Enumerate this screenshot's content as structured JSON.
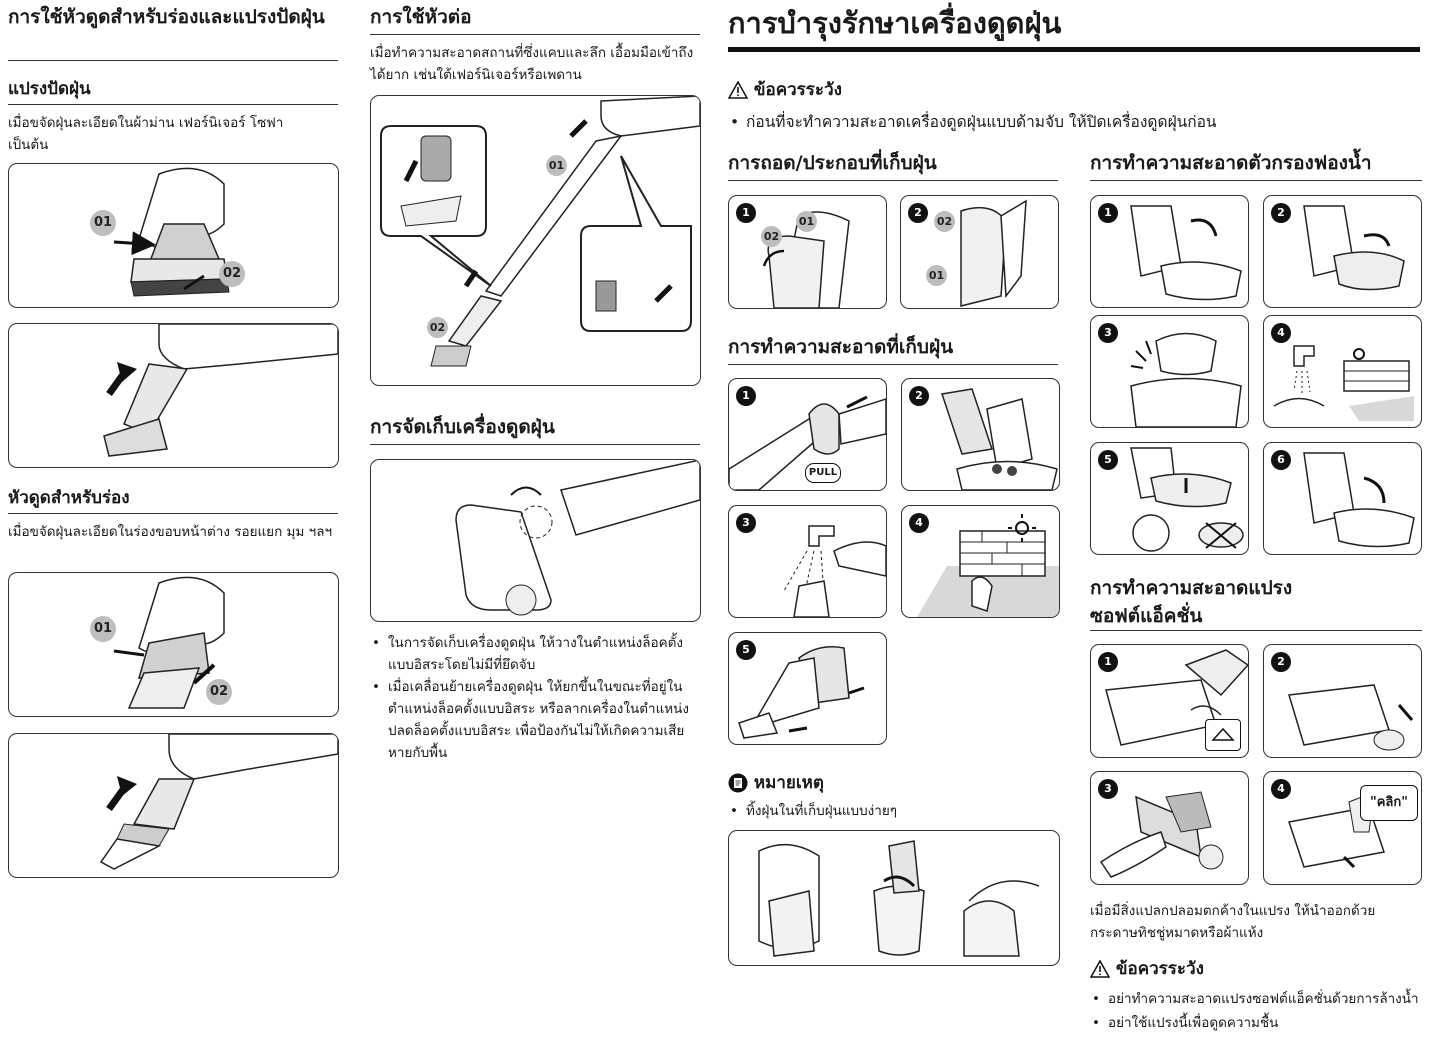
{
  "col1": {
    "title": "การใช้หัวดูดสำหรับร่องและแปรงปัดฝุ่น",
    "brush": {
      "heading": "แปรงปัดฝุ่น",
      "desc": "เมื่อขจัดฝุ่นละเอียดในผ้าม่าน เฟอร์นิเจอร์ โซฟา เป็นต้น",
      "step1": "01",
      "step2": "02"
    },
    "crevice": {
      "heading": "หัวดูดสำหรับร่อง",
      "desc": "เมื่อขจัดฝุ่นละเอียดในร่องขอบหน้าต่าง รอยแยก มุม ฯลฯ",
      "step1": "01",
      "step2": "02"
    }
  },
  "col2": {
    "extension": {
      "title": "การใช้หัวต่อ",
      "desc": "เมื่อทำความสะอาดสถานที่ซึ่งแคบและลึก เอื้อมมือเข้าถึงได้ยาก เช่นใต้เฟอร์นิเจอร์หรือเพดาน",
      "step1": "01",
      "step2": "02"
    },
    "storage": {
      "title": "การจัดเก็บเครื่องดูดฝุ่น",
      "bullets": [
        "ในการจัดเก็บเครื่องดูดฝุ่น ให้วางในตำแหน่งล็อคตั้งแบบอิสระโดยไม่มีที่ยึดจับ",
        "เมื่อเคลื่อนย้ายเครื่องดูดฝุ่น ให้ยกขึ้นในขณะที่อยู่ในตำแหน่งล็อคตั้งแบบอิสระ หรือลากเครื่องในตำแหน่งปลดล็อคตั้งแบบอิสระ เพื่อป้องกันไม่ให้เกิดความเสียหายกับพื้น"
      ]
    }
  },
  "main": {
    "title": "การบำรุงรักษาเครื่องดูดฝุ่น",
    "caution": {
      "label": "ข้อควรระวัง",
      "text": "ก่อนที่จะทำความสะอาดเครื่องดูดฝุ่นแบบด้ามจับ ให้ปิดเครื่องดูดฝุ่นก่อน"
    },
    "bin_remove": {
      "title": "การถอด/ประกอบที่เก็บฝุ่น",
      "steps": [
        "1",
        "2"
      ],
      "labels": [
        "01",
        "02"
      ]
    },
    "bin_clean": {
      "title": "การทำความสะอาดที่เก็บฝุ่น",
      "steps": [
        "1",
        "2",
        "3",
        "4",
        "5"
      ],
      "pull": "PULL"
    },
    "note": {
      "label": "หมายเหตุ",
      "text": "ทิ้งฝุ่นในที่เก็บฝุ่นแบบง่ายๆ"
    },
    "sponge": {
      "title": "การทำความสะอาดตัวกรองฟองน้ำ",
      "steps": [
        "1",
        "2",
        "3",
        "4",
        "5",
        "6"
      ]
    },
    "soft_brush": {
      "title_line1": "การทำความสะอาดแปรง",
      "title_line2": "ซอฟต์แอ็คชั่น",
      "steps": [
        "1",
        "2",
        "3",
        "4"
      ],
      "click": "\"คลิก\"",
      "desc": "เมื่อมีสิ่งแปลกปลอมตกค้างในแปรง ให้นำออกด้วยกระดาษทิชชู่หมาดหรือผ้าแห้ง",
      "caution_label": "ข้อควรระวัง",
      "caution_bullets": [
        "อย่าทำความสะอาดแปรงซอฟต์แอ็คชั่นด้วยการล้างน้ำ",
        "อย่าใช้แปรงนี้เพื่อดูดความชื้น"
      ]
    }
  }
}
